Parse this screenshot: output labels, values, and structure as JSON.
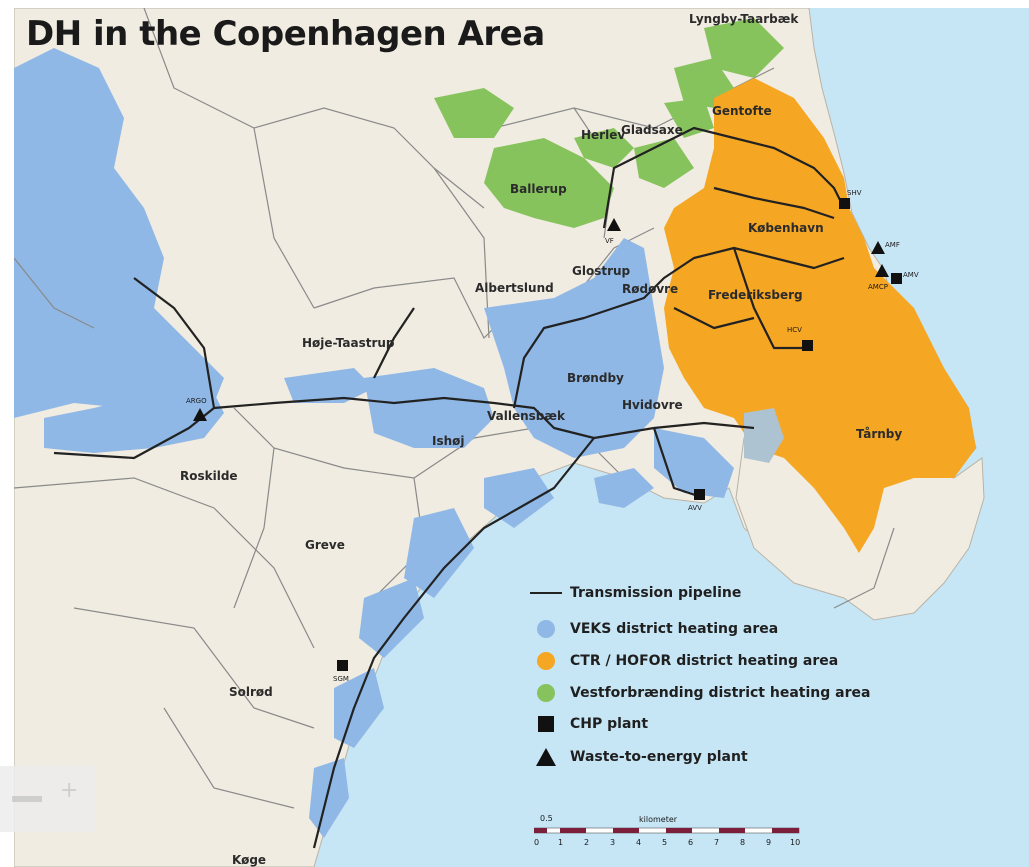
{
  "title": "DH in the Copenhagen Area",
  "colors": {
    "sea": "#c6e6f6",
    "land": "#f1ece1",
    "border": "#8a8a8a",
    "veks": "#8fb8e6",
    "ctr_hofor": "#f5a623",
    "vestforbraending": "#86c35c",
    "pipeline": "#222222"
  },
  "towns": [
    {
      "id": "lyngby",
      "label": "Lyngby-Taarbæk"
    },
    {
      "id": "gentofte",
      "label": "Gentofte"
    },
    {
      "id": "gladsaxe",
      "label": "Gladsaxe"
    },
    {
      "id": "herlev",
      "label": "Herlev"
    },
    {
      "id": "ballerup",
      "label": "Ballerup"
    },
    {
      "id": "kobenhavn",
      "label": "København"
    },
    {
      "id": "glostrup",
      "label": "Glostrup"
    },
    {
      "id": "albertslund",
      "label": "Albertslund"
    },
    {
      "id": "rodovre",
      "label": "Rødovre"
    },
    {
      "id": "frederiksberg",
      "label": "Frederiksberg"
    },
    {
      "id": "hoje",
      "label": "Høje-Taastrup"
    },
    {
      "id": "brondby",
      "label": "Brøndby"
    },
    {
      "id": "hvidovre",
      "label": "Hvidovre"
    },
    {
      "id": "vallensbaek",
      "label": "Vallensbæk"
    },
    {
      "id": "ishoj",
      "label": "Ishøj"
    },
    {
      "id": "tarnby",
      "label": "Tårnby"
    },
    {
      "id": "roskilde",
      "label": "Roskilde"
    },
    {
      "id": "greve",
      "label": "Greve"
    },
    {
      "id": "solrod",
      "label": "Solrød"
    },
    {
      "id": "koge",
      "label": "Køge"
    }
  ],
  "plants": [
    {
      "id": "shv",
      "label": "SHV",
      "type": "chp"
    },
    {
      "id": "vf",
      "label": "VF",
      "type": "wte"
    },
    {
      "id": "amf",
      "label": "AMF",
      "type": "wte"
    },
    {
      "id": "amv",
      "label": "AMV",
      "type": "chp"
    },
    {
      "id": "amcp",
      "label": "AMCP",
      "type": "wte"
    },
    {
      "id": "hcv",
      "label": "HCV",
      "type": "chp"
    },
    {
      "id": "argo",
      "label": "ARGO",
      "type": "wte"
    },
    {
      "id": "avv",
      "label": "AVV",
      "type": "chp"
    },
    {
      "id": "sgm",
      "label": "SGM",
      "type": "chp"
    }
  ],
  "legend": [
    {
      "id": "pipeline",
      "label": "Transmission pipeline",
      "symbol": "line"
    },
    {
      "id": "veks",
      "label": "VEKS district heating area",
      "symbol": "dot-blue"
    },
    {
      "id": "ctr",
      "label": "CTR / HOFOR district heating area",
      "symbol": "dot-orange"
    },
    {
      "id": "vest",
      "label": "Vestforbrænding district heating area",
      "symbol": "dot-green"
    },
    {
      "id": "chp",
      "label": "CHP plant",
      "symbol": "square"
    },
    {
      "id": "wte",
      "label": "Waste-to-energy plant",
      "symbol": "triangle"
    }
  ],
  "scale": {
    "unit": "kilometer",
    "ticks": [
      "0",
      "1",
      "2",
      "3",
      "4",
      "5",
      "6",
      "7",
      "8",
      "9",
      "10"
    ],
    "first": "0.5"
  },
  "zoom": {
    "minus": "—",
    "plus": "+"
  }
}
